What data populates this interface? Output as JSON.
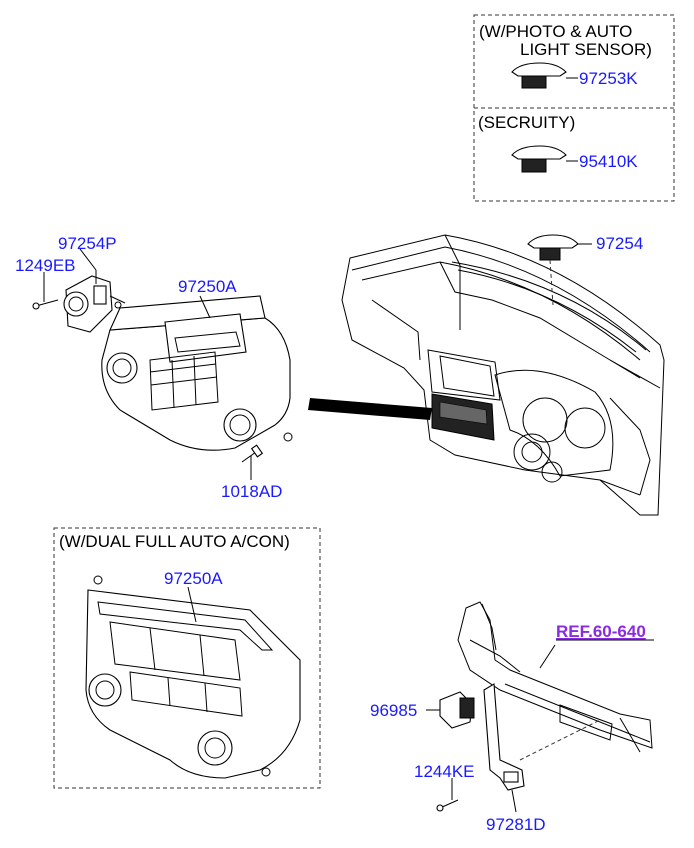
{
  "colors": {
    "label": "#1a1aff",
    "ref": "#8a2be2",
    "line": "#000000"
  },
  "labels": {
    "sensor_box_title_1": "(W/PHOTO & AUTO",
    "sensor_box_title_2": "LIGHT SENSOR)",
    "part_97253K": "97253K",
    "security_title": "(SECRUITY)",
    "part_95410K": "95410K",
    "part_97254": "97254",
    "part_97254P": "97254P",
    "part_1249EB": "1249EB",
    "part_97250A_top": "97250A",
    "part_1018AD": "1018AD",
    "dual_box_title": "(W/DUAL FULL AUTO A/CON)",
    "part_97250A_bottom": "97250A",
    "ref_60_640": "REF.60-640",
    "part_96985": "96985",
    "part_1244KE": "1244KE",
    "part_97281D": "97281D"
  }
}
